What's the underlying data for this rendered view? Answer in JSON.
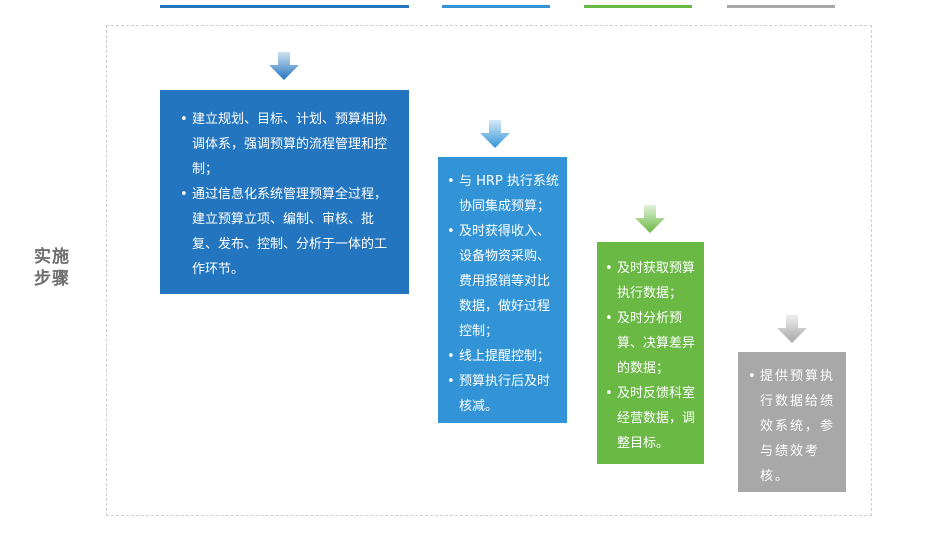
{
  "side_label": [
    "实施",
    "步骤"
  ],
  "colors": {
    "stage1": "#2375bf",
    "stage2": "#3294d6",
    "stage3": "#6ab945",
    "stage4": "#a8a8a8",
    "frame_border": "#cfcfcf",
    "label_text": "#6e6e6e"
  },
  "stages": [
    {
      "items": [
        "建立规划、目标、计划、预算相协调体系，强调预算的流程管理和控制；",
        "通过信息化系统管理预算全过程，建立预算立项、编制、审核、批复、发布、控制、分析于一体的工作环节。"
      ]
    },
    {
      "items": [
        "与 HRP 执行系统协同集成预算；",
        "及时获得收入、设备物资采购、费用报销等对比数据，做好过程控制；",
        "线上提醒控制；",
        "预算执行后及时核减。"
      ]
    },
    {
      "items": [
        "及时获取预算执行数据；",
        "及时分析预算、决算差异的数据；",
        "及时反馈科室经营数据，调整目标。"
      ]
    },
    {
      "items": [
        "提供预算执行数据给绩效系统，参与绩效考核。"
      ]
    }
  ]
}
